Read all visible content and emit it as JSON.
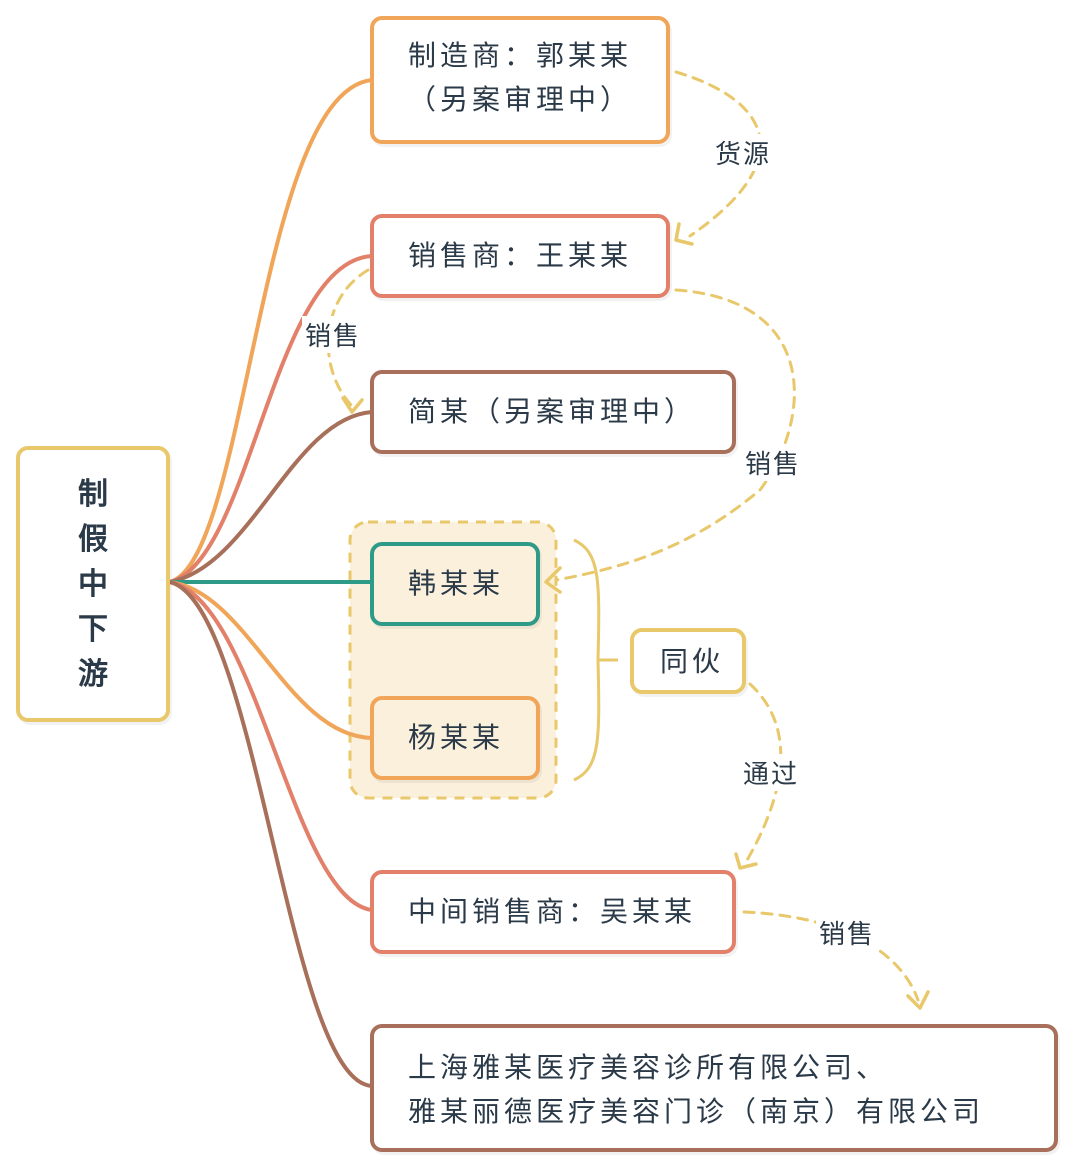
{
  "colors": {
    "orange": "#f0a558",
    "salmon": "#e2806a",
    "brown": "#a8705a",
    "teal": "#2e9a88",
    "yellow": "#e8c86a",
    "groupFill": "#faf0dc",
    "text": "#2b3a48"
  },
  "root": {
    "chars": [
      "制",
      "假",
      "中",
      "下",
      "游"
    ]
  },
  "nodes": {
    "manufacturer": {
      "line1": "制造商：郭某某",
      "line2": "（另案审理中）"
    },
    "seller": {
      "text": "销售商：王某某"
    },
    "jian": {
      "text": "简某（另案审理中）"
    },
    "han": {
      "text": "韩某某"
    },
    "yang": {
      "text": "杨某某"
    },
    "accomplice": {
      "text": "同伙"
    },
    "wu": {
      "text": "中间销售商：吴某某"
    },
    "clinics": {
      "line1": "上海雅某医疗美容诊所有限公司、",
      "line2": "雅某丽德医疗美容门诊（南京）有限公司"
    }
  },
  "edges": {
    "goods_source": "货源",
    "sale_to_jian": "销售",
    "sale_to_han": "销售",
    "via": "通过",
    "sale_to_clinics": "销售"
  }
}
